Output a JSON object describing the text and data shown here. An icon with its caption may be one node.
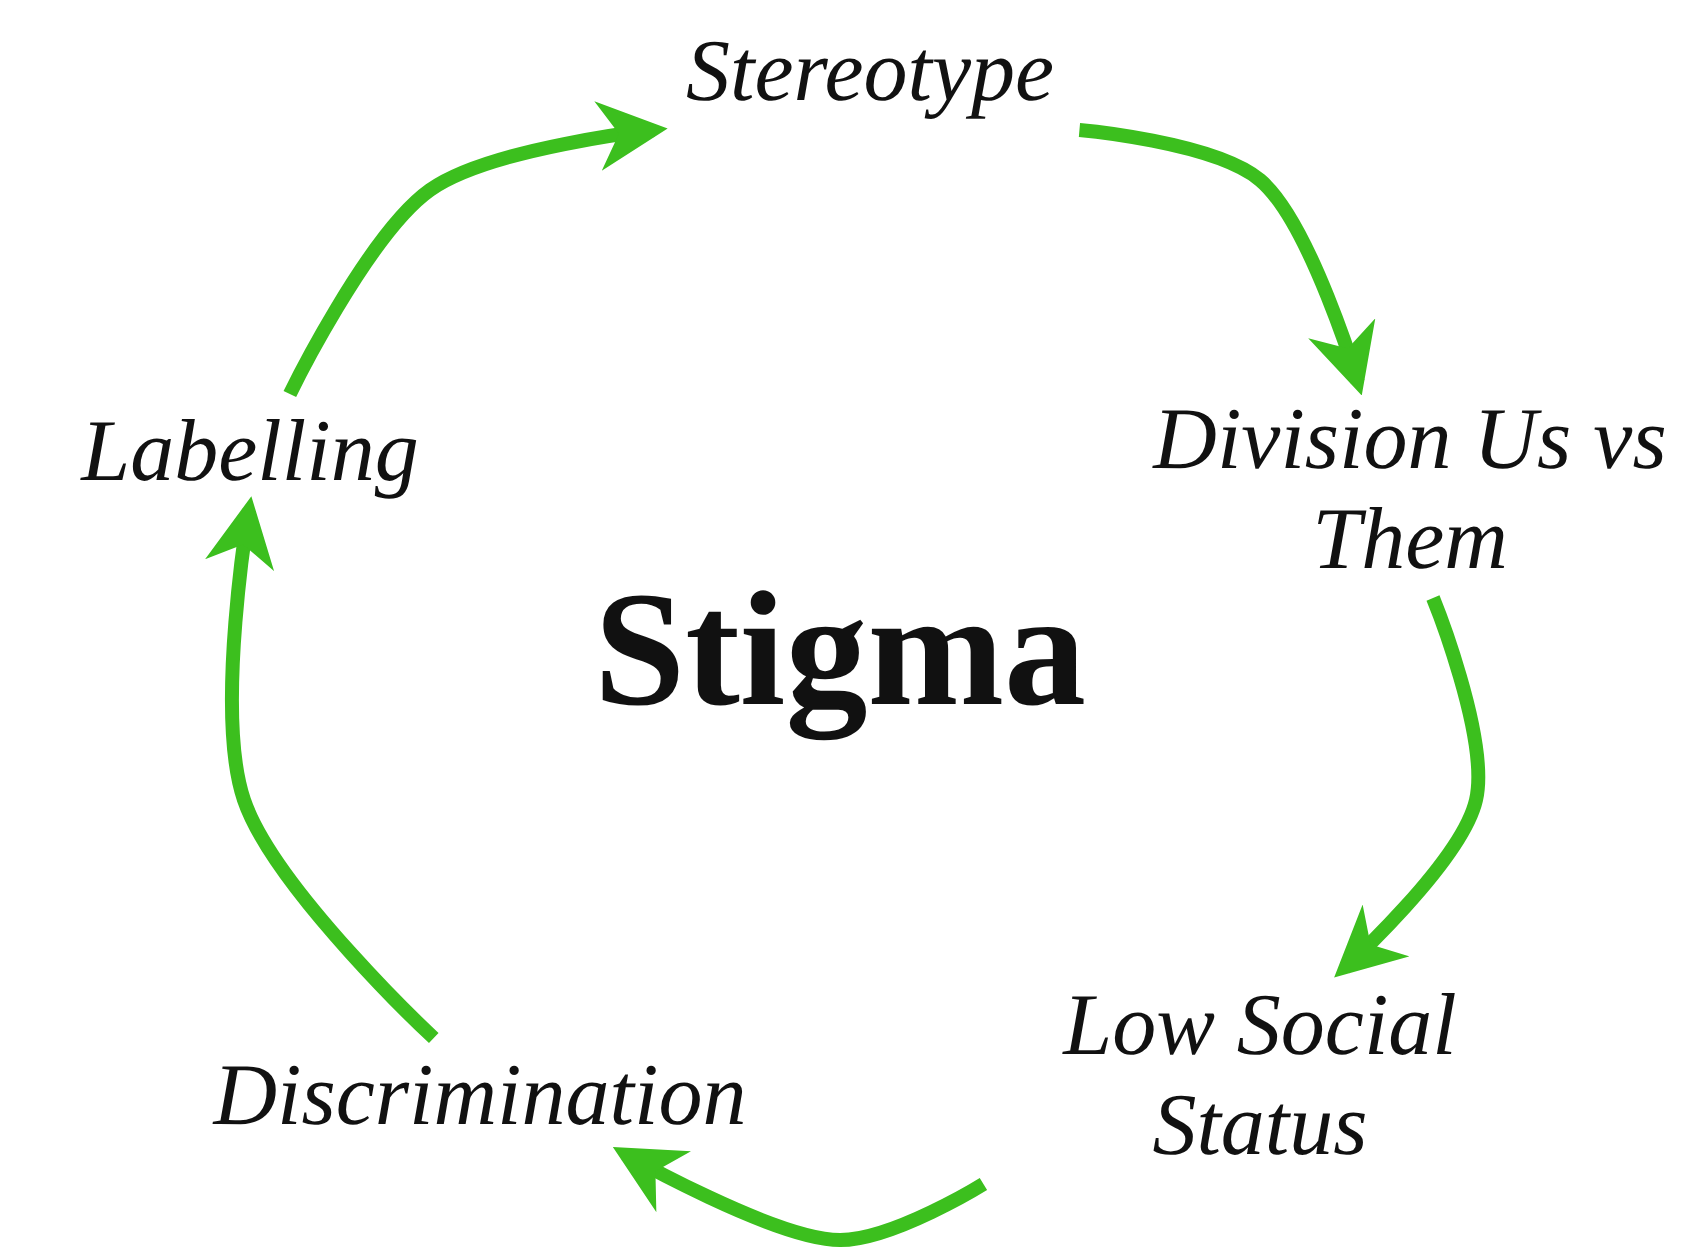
{
  "diagram": {
    "title": "Stigma",
    "nodes": [
      {
        "text": [
          "Stereotype"
        ]
      },
      {
        "text": [
          "Division Us vs Them"
        ]
      },
      {
        "text": [
          "Low Social Status"
        ]
      },
      {
        "text": [
          "Discrimination"
        ]
      },
      {
        "text": [
          "Labelling"
        ]
      }
    ],
    "edges": [
      {
        "from": 0,
        "to": 1,
        "arrow": "to"
      },
      {
        "from": 1,
        "to": 2,
        "arrow": "to"
      },
      {
        "from": 2,
        "to": 3,
        "arrow": "to"
      },
      {
        "from": 3,
        "to": 4,
        "arrow": "to"
      },
      {
        "from": 4,
        "to": 0,
        "arrow": "to"
      }
    ]
  }
}
